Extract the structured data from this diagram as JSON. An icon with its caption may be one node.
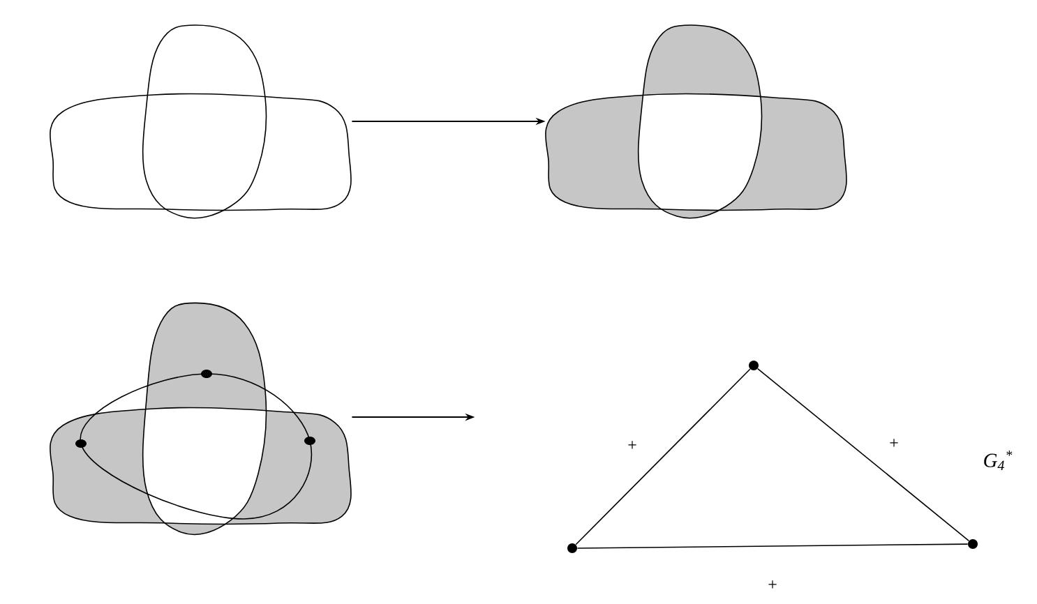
{
  "diagram": {
    "nodes": [
      {
        "text": [],
        "shape": "cloud"
      },
      {
        "text": [],
        "shape": "cloud"
      },
      {
        "text": [],
        "shape": "picture"
      },
      {
        "text": [],
        "shape": "circle"
      },
      {
        "text": [],
        "shape": "circle"
      },
      {
        "text": [],
        "shape": "circle"
      }
    ],
    "edges": [
      {
        "from": 0,
        "to": 1,
        "arrow": "to"
      },
      {
        "from": 2,
        "to": null,
        "arrow": "to"
      },
      {
        "from": 3,
        "to": 4,
        "arrow": "none",
        "label": "+"
      },
      {
        "from": 3,
        "to": 5,
        "arrow": "none",
        "label": "+"
      },
      {
        "from": 4,
        "to": 5,
        "arrow": "none",
        "label": "+"
      }
    ],
    "labels": [
      "G$_{4}$$^{*}$"
    ]
  }
}
